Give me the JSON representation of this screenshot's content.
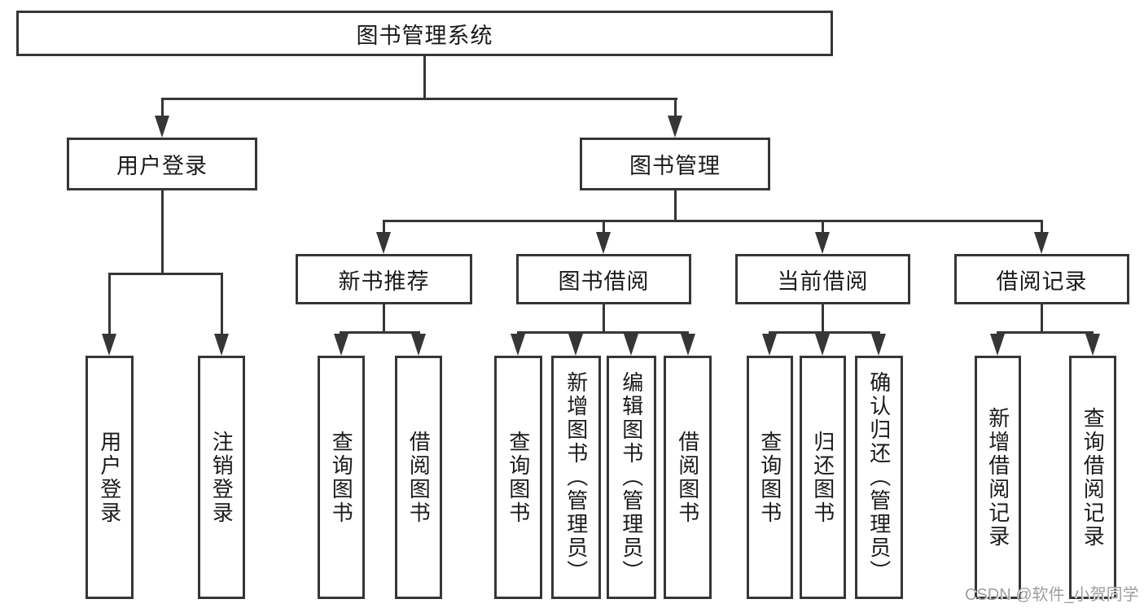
{
  "title": {
    "label": "图书管理系统"
  },
  "level2": [
    {
      "label": "用户登录"
    },
    {
      "label": "图书管理"
    }
  ],
  "level3": [
    {
      "label": "新书推荐"
    },
    {
      "label": "图书借阅"
    },
    {
      "label": "当前借阅"
    },
    {
      "label": "借阅记录"
    }
  ],
  "leaves": [
    {
      "label": "用户登录"
    },
    {
      "label": "注销登录"
    },
    {
      "label": "查询图书"
    },
    {
      "label": "借阅图书"
    },
    {
      "label": "查询图书"
    },
    {
      "label": "新增图书（管理员）"
    },
    {
      "label": "编辑图书（管理员）"
    },
    {
      "label": "借阅图书"
    },
    {
      "label": "查询图书"
    },
    {
      "label": "归还图书"
    },
    {
      "label": "确认归还（管理员）"
    },
    {
      "label": "新增借阅记录"
    },
    {
      "label": "查询借阅记录"
    }
  ],
  "watermark": {
    "text": "CSDN @软件_小贺同学"
  },
  "colors": {
    "line": "#363636",
    "text": "#1a1a1a",
    "watermark": "#9e9e9e",
    "background": "#ffffff"
  }
}
